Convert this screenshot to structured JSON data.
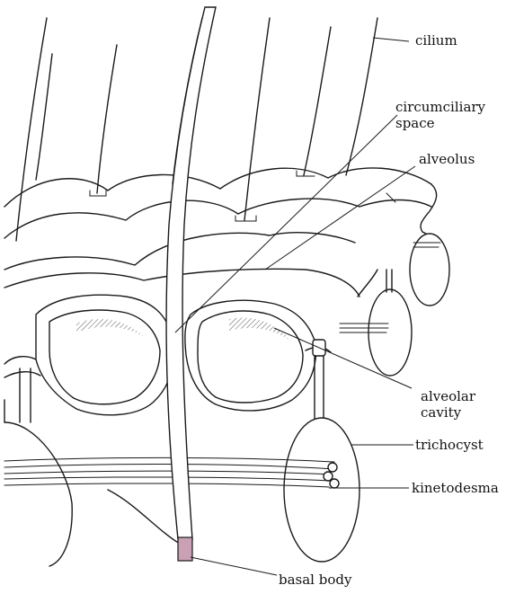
{
  "labels": {
    "cilium": "cilium",
    "circumciliary_space": "circumciliary\nspace",
    "alveolus": "alveolus",
    "alveolar_cavity": "alveolar\ncavity",
    "trichocyst": "trichocyst",
    "kinetodesma": "kinetodesma",
    "basal_body": "basal body"
  },
  "colors": {
    "ink": "#1a1a1a",
    "background": "#ffffff",
    "basal_body_tint": "#c9a0b4"
  }
}
